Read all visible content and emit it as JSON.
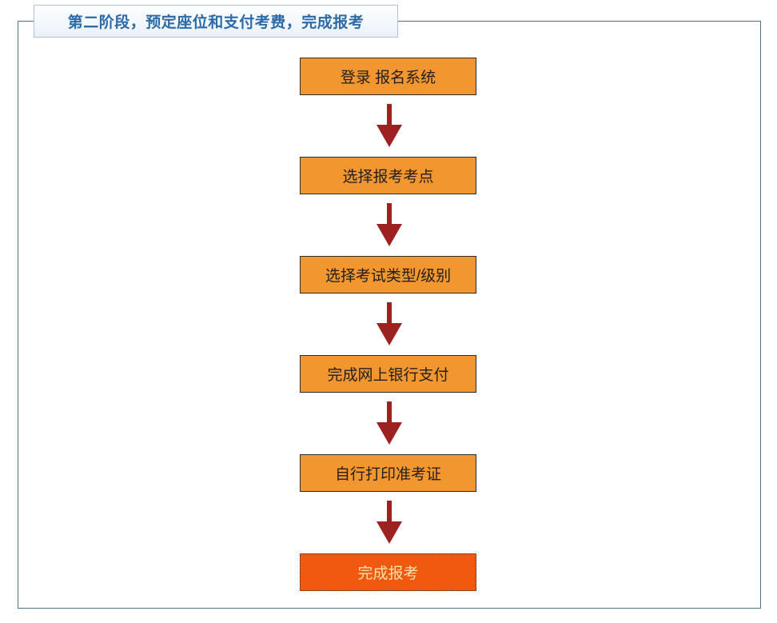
{
  "page": {
    "background_color": "#ffffff",
    "frame_color": "#4a7384"
  },
  "title": {
    "text": "第二阶段，预定座位和支付考费，完成报考",
    "text_color": "#2c6aa8",
    "chip_border_color": "#a9c6de",
    "chip_fill_color": "#f3f8fc"
  },
  "flowchart": {
    "type": "vertical-flow",
    "node_fill_color": "#f2962f",
    "node_border_color": "#2b2b2b",
    "node_text_color": "#231f20",
    "highlight_fill_color": "#f0590f",
    "highlight_text_color": "#f7e2ac",
    "arrow_color": "#9e2121",
    "steps": [
      {
        "id": "step-1",
        "label": "登录 报名系统",
        "highlight": false
      },
      {
        "id": "step-2",
        "label": "选择报考考点",
        "highlight": false
      },
      {
        "id": "step-3",
        "label": "选择考试类型/级别",
        "highlight": false
      },
      {
        "id": "step-4",
        "label": "完成网上银行支付",
        "highlight": false
      },
      {
        "id": "step-5",
        "label": "自行打印准考证",
        "highlight": false
      },
      {
        "id": "step-6",
        "label": "完成报考",
        "highlight": true
      }
    ],
    "connectors": [
      {
        "id": "arrow-1",
        "from": "step-1",
        "to": "step-2",
        "direction": "down"
      },
      {
        "id": "arrow-2",
        "from": "step-2",
        "to": "step-3",
        "direction": "down"
      },
      {
        "id": "arrow-3",
        "from": "step-3",
        "to": "step-4",
        "direction": "down"
      },
      {
        "id": "arrow-4",
        "from": "step-4",
        "to": "step-5",
        "direction": "down"
      },
      {
        "id": "arrow-5",
        "from": "step-5",
        "to": "step-6",
        "direction": "down"
      }
    ]
  }
}
